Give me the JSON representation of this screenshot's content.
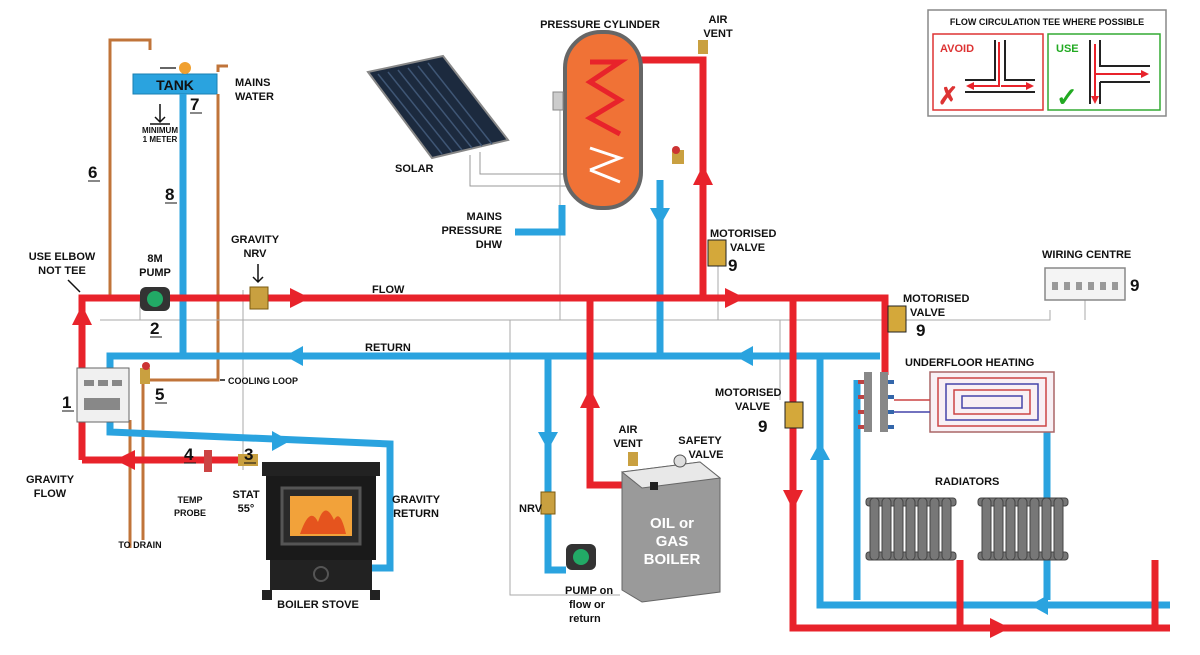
{
  "colors": {
    "flow": "#e8232b",
    "return": "#2aa3df",
    "copper": "#c0743a",
    "boiler": "#9a9a9a"
  },
  "legend": {
    "title": "FLOW CIRCULATION TEE WHERE POSSIBLE",
    "avoid": "AVOID",
    "use": "USE",
    "avoid_mark": "✗",
    "use_mark": "✓"
  },
  "labels": {
    "pressure_cylinder": "PRESSURE CYLINDER",
    "air_vent_top_1": "AIR",
    "air_vent_top_2": "VENT",
    "solar": "SOLAR",
    "mains_pressure_1": "MAINS",
    "mains_pressure_2": "PRESSURE",
    "mains_pressure_3": "DHW",
    "tank": "TANK",
    "minimum_1": "MINIMUM",
    "minimum_2": "1 METER",
    "mains_water_1": "MAINS",
    "mains_water_2": "WATER",
    "use_elbow_1": "USE ELBOW",
    "use_elbow_2": "NOT TEE",
    "pump_1": "8M",
    "pump_2": "PUMP",
    "gravity_nrv_1": "GRAVITY",
    "gravity_nrv_2": "NRV",
    "flow": "FLOW",
    "return": "RETURN",
    "cooling_loop": "COOLING LOOP",
    "motorised_valve_1": "MOTORISED",
    "motorised_valve_2": "VALVE",
    "wiring_centre": "WIRING CENTRE",
    "underfloor": "UNDERFLOOR HEATING",
    "radiators": "RADIATORS",
    "gravity_flow_1": "GRAVITY",
    "gravity_flow_2": "FLOW",
    "temp_probe_1": "TEMP",
    "temp_probe_2": "PROBE",
    "to_drain": "TO DRAIN",
    "stat_1": "STAT",
    "stat_2": "55°",
    "gravity_return_1": "GRAVITY",
    "gravity_return_2": "RETURN",
    "boiler_stove": "BOILER STOVE",
    "nrv": "NRV",
    "air_vent_boiler_1": "AIR",
    "air_vent_boiler_2": "VENT",
    "safety_valve_1": "SAFETY",
    "safety_valve_2": "VALVE",
    "boiler_1": "OIL or",
    "boiler_2": "GAS",
    "boiler_3": "BOILER",
    "pump_on_1": "PUMP on",
    "pump_on_2": "flow or",
    "pump_on_3": "return"
  },
  "numbers": {
    "n1": "1",
    "n2": "2",
    "n3": "3",
    "n4": "4",
    "n5": "5",
    "n6": "6",
    "n7": "7",
    "n8": "8",
    "n9a": "9",
    "n9b": "9",
    "n9c": "9",
    "n9d": "9"
  }
}
